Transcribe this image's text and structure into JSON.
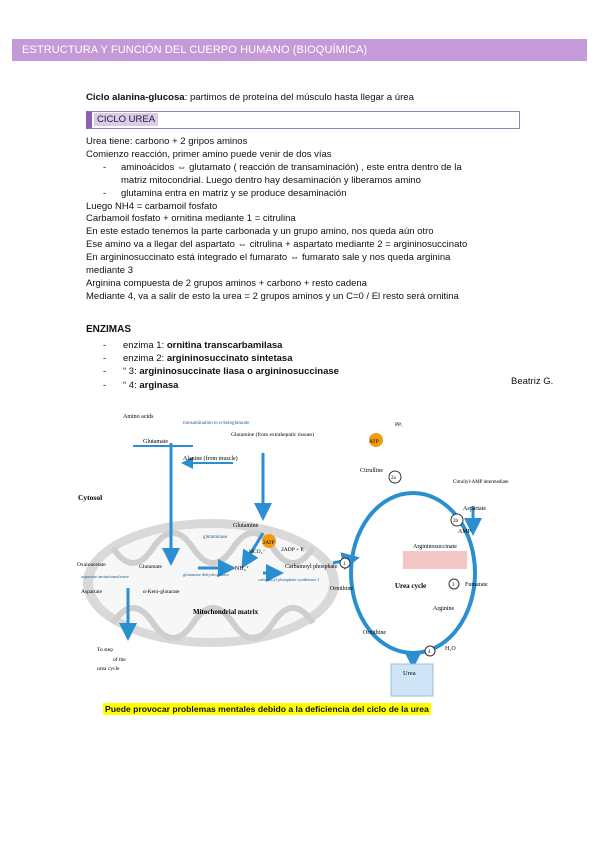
{
  "header": {
    "title": "ESTRUCTURA Y FUNCIÓN DEL CUERPO HUMANO (BIOQUÍMICA)"
  },
  "intro": {
    "bold": "Ciclo alanina-glucosa",
    "rest": ": partimos de proteína del músculo hasta llegar a úrea"
  },
  "section": {
    "title": "CICLO UREA"
  },
  "body": {
    "l1": "Urea tiene: carbono + 2 gripos aminos",
    "l2": "Comienzo reacción, primer amino puede venir de dos vías",
    "b1a": "aminoácidos ⇔ glutamato ( reacción de transaminación) , este entra dentro de la",
    "b1b": "matriz mitocondrial. Luego dentro hay desaminación y liberamos amino",
    "b2": "glutamina entra en matriz y se produce desaminación",
    "l3": "Luego NH4 = carbamoil fosfato",
    "l4": "Carbamoil fosfato + ornitina mediante 1 = citrulina",
    "l5": "En este estado tenemos la parte carbonada y un grupo amino, nos queda aún otro",
    "l6": "Ese amino va a llegar del aspartato ⇔ citrulina + aspartato mediante 2 = argininosuccinato",
    "l7": "En argininosuccinato está integrado el fumarato ⇔ fumarato sale y nos queda arginina",
    "l8": "mediante 3",
    "l9": "Arginina compuesta de 2 grupos aminos + carbono + resto cadena",
    "l10": "Mediante 4, va a salir de esto la urea = 2 grupos aminos y un C=0 / El resto será ornitina"
  },
  "enzimas": {
    "title": "ENZIMAS",
    "e1_pre": "enzima 1: ",
    "e1": "ornitina transcarbamilasa",
    "e2_pre": "enzima 2: ",
    "e2": "argininosuccinato sintetasa",
    "e3_pre": "“ 3: ",
    "e3": "argininosuccinate liasa o argininosuccinase",
    "e4_pre": "“ 4: ",
    "e4": "arginasa"
  },
  "author": "Beatriz G.",
  "diagram": {
    "amino_acids": "Amino acids",
    "transamination": "transamination to α-ketoglutarate",
    "glutamate": "Glutamate",
    "alanine": "Alanine (from muscle)",
    "glutamine_ext": "Glutamine (from extrahepatic tissues)",
    "cytosol": "Cytosol",
    "glutamine": "Glutamine",
    "glutaminase": "glutaminase",
    "oxaloacetate": "Oxaloacetate",
    "aspartate_aminotransferase": "aspartate aminotransferase",
    "aspartate": "Aspartate",
    "glutamate2": "Glutamate",
    "glutamate_dh": "glutamate dehydrogenase",
    "aketoglutarate": "α-Keto-glutarate",
    "nh4": "NH₄⁺",
    "hco3": "HCO₃⁻",
    "atp2": "2ATP",
    "adp": "2ADP + Pᵢ",
    "carbamoyl_phosphate": "Carbamoyl phosphate",
    "cps": "carbamoyl phosphate synthetase I",
    "mito": "Mitochondrial matrix",
    "citrulline": "Citrulline",
    "ornithine": "Ornithine",
    "pi": "Pᵢ",
    "atp": "ATP",
    "ppi": "PPᵢ",
    "citrullyl_amp": "Citrullyl-AMP intermediate",
    "aspartate_r": "Aspartate",
    "amp": "AMP",
    "argininosuccinate": "Argininosuccinate",
    "fumarate": "Fumarate",
    "arginine": "Arginine",
    "urea_cycle": "Urea cycle",
    "ornithine_r": "Ornithine",
    "h2o": "H₂O",
    "urea": "Urea",
    "to_step": "To step",
    "of_the": "of the",
    "urea_cycle2": "urea cycle",
    "s1": "1",
    "s2a": "2a",
    "s2b": "2b",
    "s3": "3",
    "s4": "4"
  },
  "note": "Puede provocar problemas mentales debido a la deficiencia del ciclo de la urea"
}
